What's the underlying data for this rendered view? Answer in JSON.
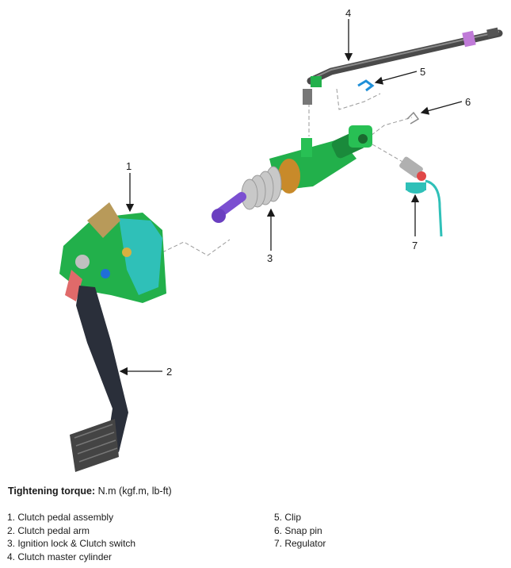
{
  "callouts": [
    "1",
    "2",
    "3",
    "4",
    "5",
    "6",
    "7"
  ],
  "torque": {
    "label": "Tightening torque:",
    "units": " N.m (kgf.m, lb-ft)"
  },
  "legend": {
    "left": [
      "1. Clutch pedal assembly",
      "2. Clutch pedal arm",
      "3. Ignition lock & Clutch switch",
      "4. Clutch master cylinder"
    ],
    "right": [
      "5. Clip",
      "6. Snap pin",
      "7. Regulator"
    ]
  },
  "colors": {
    "green": "#22b04b",
    "teal": "#2fc0b8",
    "dark": "#3a3a3a",
    "purple": "#7b4fd1",
    "silver": "#c8c8c8"
  }
}
